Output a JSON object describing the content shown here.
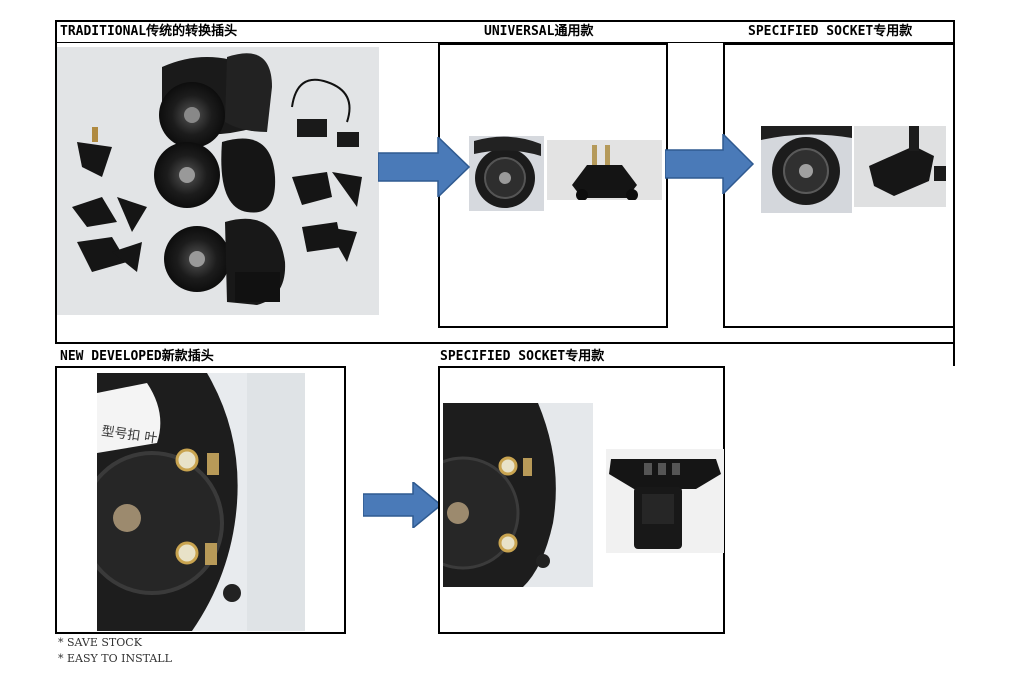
{
  "sections": {
    "traditional": {
      "label": "TRADITIONAL传统的转换插头"
    },
    "universal": {
      "label": "UNIVERSAL通用款"
    },
    "specified_top": {
      "label": "SPECIFIED SOCKET专用款"
    },
    "new_developed": {
      "label": "NEW DEVELOPED新款插头"
    },
    "specified_bottom": {
      "label": "SPECIFIED SOCKET专用款"
    }
  },
  "photo_text": {
    "sticker": "型号扣 叶"
  },
  "notes": [
    "* SAVE STOCK",
    "* EASY TO INSTALL"
  ],
  "colors": {
    "arrow": "#4a7ab8",
    "arrow_stroke": "#2f5a90",
    "border": "#000000"
  }
}
